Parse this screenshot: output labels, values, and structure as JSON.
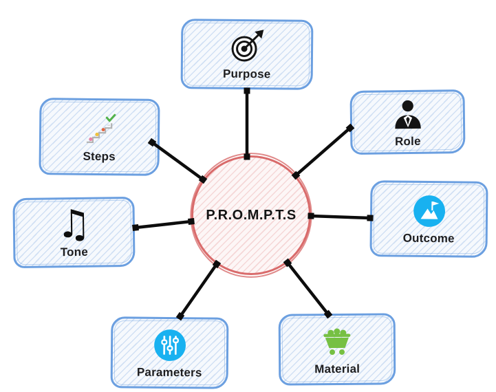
{
  "diagram": {
    "center": {
      "label": "P.R.O.M.P.T.S"
    },
    "nodes": [
      {
        "id": "purpose",
        "label": "Purpose",
        "icon": "target-dart-icon"
      },
      {
        "id": "role",
        "label": "Role",
        "icon": "businessperson-icon"
      },
      {
        "id": "outcome",
        "label": "Outcome",
        "icon": "mountain-flag-icon"
      },
      {
        "id": "material",
        "label": "Material",
        "icon": "mine-cart-icon"
      },
      {
        "id": "parameters",
        "label": "Parameters",
        "icon": "sliders-icon"
      },
      {
        "id": "tone",
        "label": "Tone",
        "icon": "music-notes-icon",
        "glyph": "♫"
      },
      {
        "id": "steps",
        "label": "Steps",
        "icon": "staircase-icon"
      }
    ],
    "colors": {
      "box_border": "#6b9fe0",
      "center_border": "#d96b6b",
      "connector": "#0d0d0d",
      "accent_blue": "#18b1f0",
      "accent_green": "#76c043"
    }
  }
}
